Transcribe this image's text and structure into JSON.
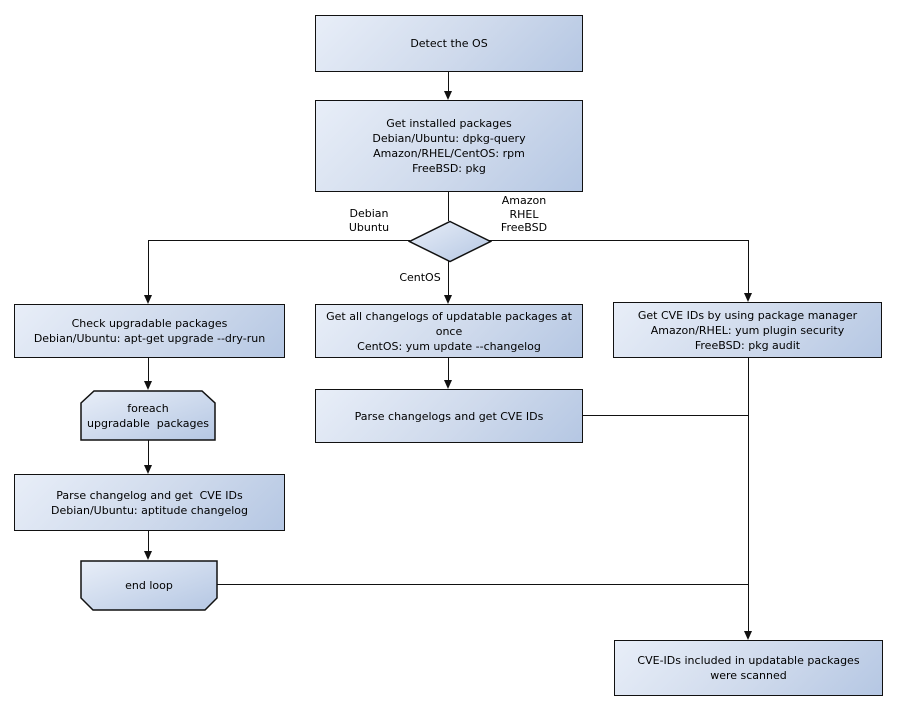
{
  "diagram": {
    "background": "#ffffff",
    "colors": {
      "node_fill_light": "#e8eef8",
      "node_fill_dark": "#b5c7e3",
      "node_border": "#111111",
      "connector": "#111111",
      "text": "#000000"
    },
    "nodes": {
      "detect_os": "Detect the OS",
      "get_installed_packages": "Get installed packages\nDebian/Ubuntu: dpkg-query\nAmazon/RHEL/CentOS: rpm\nFreeBSD: pkg",
      "check_upgradable": "Check upgradable packages\nDebian/Ubuntu: apt-get upgrade --dry-run",
      "foreach_loop": "foreach\nupgradable  packages",
      "parse_changelog_left": "Parse changelog and get  CVE IDs\nDebian/Ubuntu: aptitude changelog",
      "end_loop": "end loop",
      "get_all_changelogs": "Get all changelogs of updatable packages at once\nCentOS: yum update --changelog",
      "parse_changelogs_mid": "Parse changelogs and get CVE IDs",
      "get_cve_ids_right": "Get CVE IDs by using package manager\nAmazon/RHEL: yum plugin security\nFreeBSD: pkg audit",
      "scan_result": "CVE-IDs included in updatable packages\nwere scanned"
    },
    "edge_labels": {
      "left_branch": "Debian\nUbuntu",
      "right_branch": "Amazon\nRHEL\nFreeBSD",
      "down_branch": "CentOS"
    }
  }
}
